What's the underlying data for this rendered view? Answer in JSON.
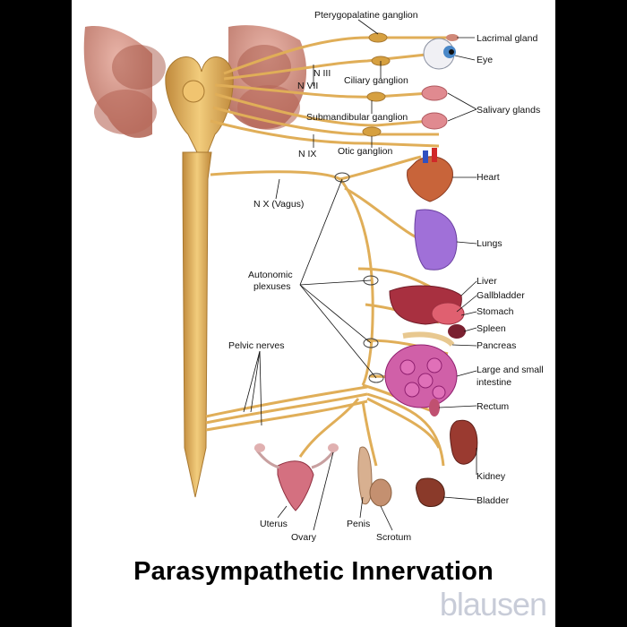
{
  "title": "Parasympathetic Innervation",
  "brand": "blausen",
  "labels": {
    "pterygopalatine": "Pterygopalatine ganglion",
    "lacrimal": "Lacrimal gland",
    "eye": "Eye",
    "n3": "N III",
    "n7": "N VII",
    "ciliary": "Ciliary ganglion",
    "salivary": "Salivary glands",
    "submandibular": "Submandibular ganglion",
    "n9": "N IX",
    "otic": "Otic ganglion",
    "heart": "Heart",
    "vagus": "N X (Vagus)",
    "lungs": "Lungs",
    "autonomic": "Autonomic",
    "plexuses": "plexuses",
    "liver": "Liver",
    "gallbladder": "Gallbladder",
    "stomach": "Stomach",
    "spleen": "Spleen",
    "pelvic": "Pelvic nerves",
    "pancreas": "Pancreas",
    "intestine1": "Large and small",
    "intestine2": "intestine",
    "rectum": "Rectum",
    "kidney": "Kidney",
    "bladder": "Bladder",
    "uterus": "Uterus",
    "ovary": "Ovary",
    "penis": "Penis",
    "scrotum": "Scrotum"
  },
  "colors": {
    "nerve": "#e8b860",
    "nerve_dark": "#b8863a",
    "brain": "#c97868",
    "lungs": "#a070d8",
    "gut": "#d060a8",
    "liver": "#a83040",
    "kidney": "#9a3a30",
    "background": "#ffffff",
    "frame": "#000000"
  }
}
